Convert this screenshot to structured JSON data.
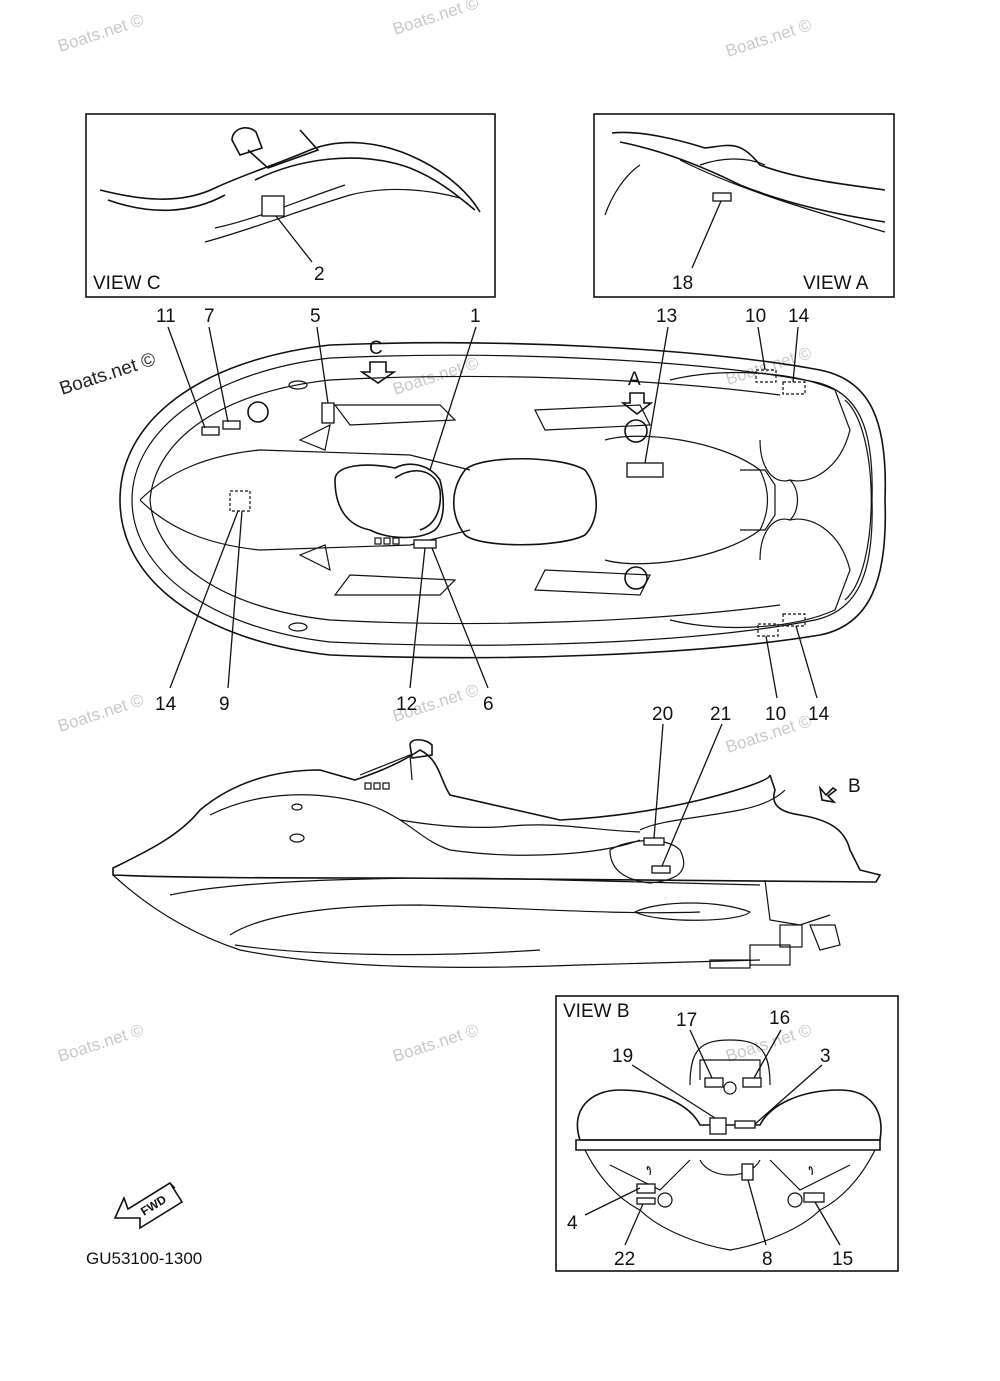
{
  "diagram": {
    "code": "GU53100-1300",
    "fwd_label": "FWD",
    "view_labels": {
      "c": "VIEW C",
      "a": "VIEW A",
      "b": "VIEW B"
    },
    "arrow_labels": {
      "a": "A",
      "b": "B",
      "c": "C"
    },
    "watermark": "Boats.net ©",
    "callouts": {
      "n1": "1",
      "n2": "2",
      "n3": "3",
      "n4": "4",
      "n5": "5",
      "n6": "6",
      "n7": "7",
      "n8": "8",
      "n9": "9",
      "n10a": "10",
      "n10b": "10",
      "n11": "11",
      "n12": "12",
      "n13": "13",
      "n14a": "14",
      "n14b": "14",
      "n14c": "14",
      "n15": "15",
      "n16": "16",
      "n17": "17",
      "n18": "18",
      "n19": "19",
      "n20": "20",
      "n21": "21",
      "n22": "22"
    }
  }
}
